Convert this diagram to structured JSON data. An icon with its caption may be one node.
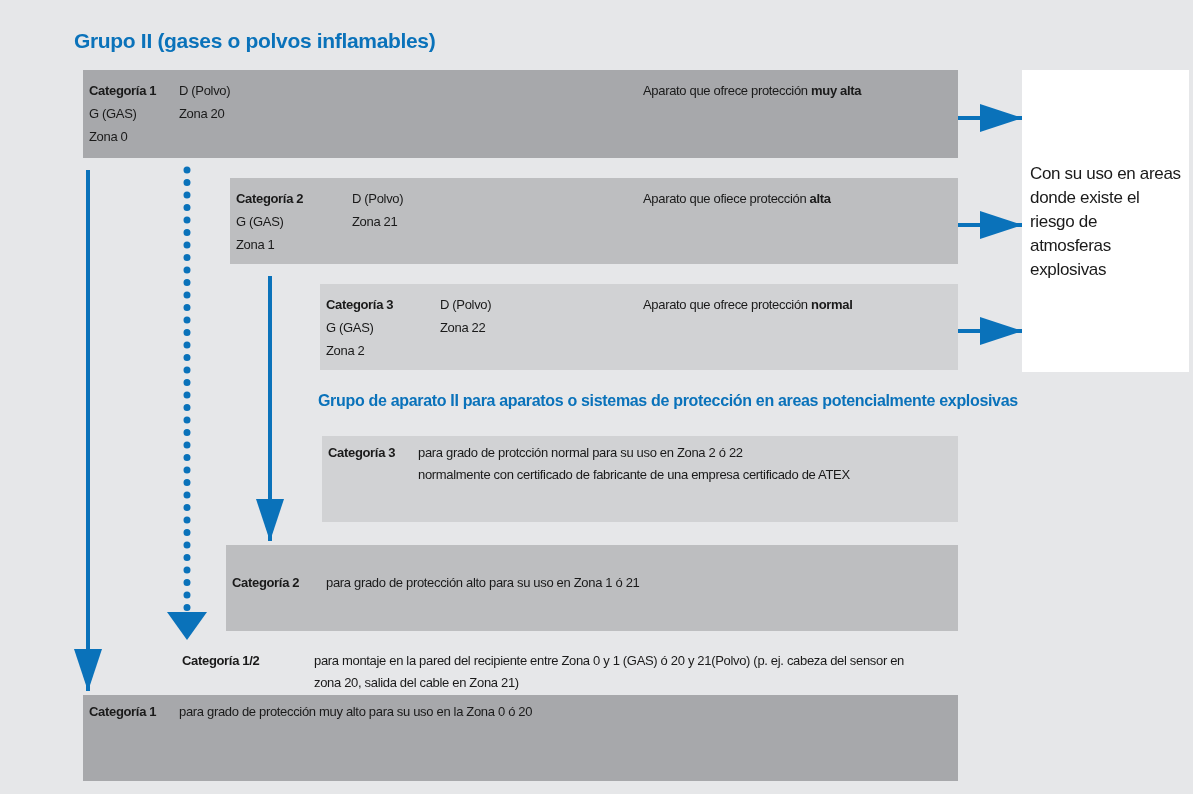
{
  "diagram": {
    "title": "Grupo II (gases o polvos inflamables)",
    "nodes": [
      {
        "text": [
          "Categoría 1",
          "G (GAS)",
          "Zona 0",
          "D (Polvo)",
          "Zona 20",
          "Aparato que ofrece protección **muy alta**"
        ]
      },
      {
        "text": [
          "Categoría 2",
          "G (GAS)",
          "Zona 1",
          "D (Polvo)",
          "Zona 21",
          "Aparato que ofiece protección **alta**"
        ]
      },
      {
        "text": [
          "Categoría 3",
          "G (GAS)",
          "Zona 2",
          "D (Polvo)",
          "Zona 22",
          "Aparato que ofrece protección **normal**"
        ]
      },
      {
        "text": [
          "Con su uso en areas donde existe el riesgo de atmosferas explosivas"
        ]
      },
      {
        "text": [
          "Categoría 3",
          "para grado de protcción normal para su uso en Zona 2 ó 22",
          "normalmente con certificado de fabricante de una empresa certificado de ATEX"
        ]
      },
      {
        "text": [
          "Categoría 2",
          "para grado de protección alto para su uso en Zona 1 ó 21"
        ]
      },
      {
        "text": [
          "Categoría 1/2",
          "para montaje en la pared del recipiente entre Zona 0 y 1 (GAS) ó 20 y 21(Polvo) (p. ej. cabeza del sensor en zona 20, salida del cable en Zona 21)"
        ]
      },
      {
        "text": [
          "Categoría 1",
          "para grado de protección muy alto para su uso en la Zona 0 ó 20"
        ]
      }
    ],
    "edges": [
      {
        "from": 0,
        "to": 3,
        "arrow": "to"
      },
      {
        "from": 1,
        "to": 3,
        "arrow": "to"
      },
      {
        "from": 2,
        "to": 3,
        "arrow": "to"
      },
      {
        "from": 0,
        "to": 7,
        "arrow": "to"
      },
      {
        "from": 0,
        "to": 6,
        "arrow": "to",
        "style": "dashed"
      },
      {
        "from": 1,
        "to": 5,
        "arrow": "to"
      }
    ],
    "labels": [
      "Grupo de aparato II para aparatos o sistemas de protección en areas potencialmente explosivas"
    ]
  }
}
